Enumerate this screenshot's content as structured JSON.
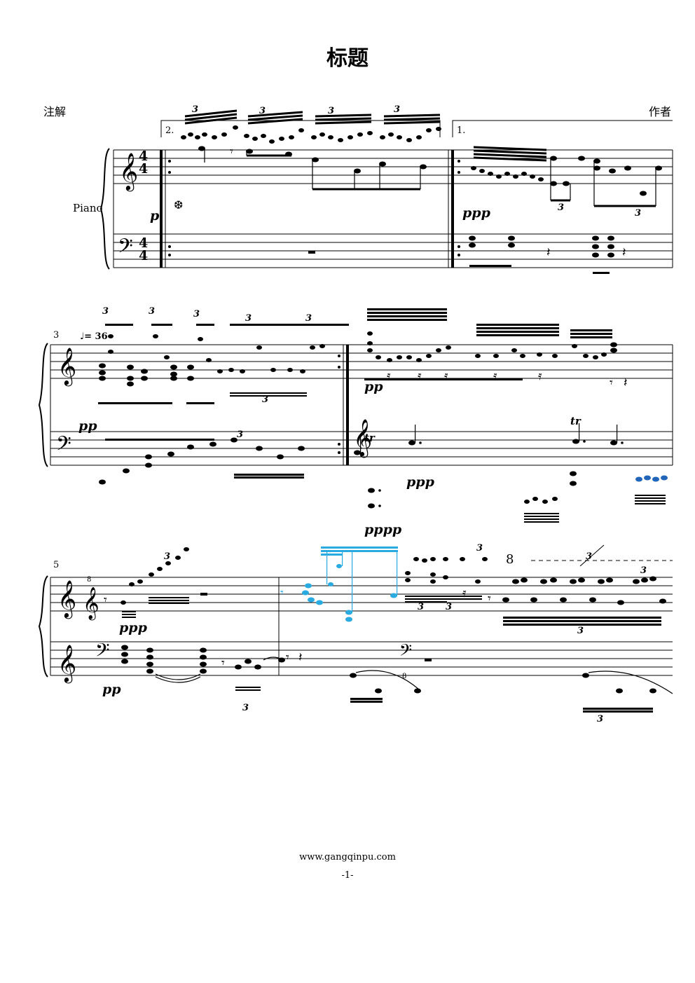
{
  "header": {
    "title": "标题",
    "notes": "注解",
    "composer": "作者",
    "instrument": "Piano"
  },
  "score": {
    "time_signature_top": "4",
    "time_signature_bottom": "4",
    "volta_second": "2.",
    "volta_first": "1.",
    "tuplet": "3",
    "tempo": "♩= 36",
    "ottava_treble": "8",
    "ottava_va": "8va",
    "ottava_bass": "8",
    "measure_number_system2": "3",
    "measure_number_system3": "5",
    "dynamics": {
      "p": "p",
      "ppp": "ppp",
      "pp": "pp",
      "pppp": "pppp"
    },
    "trill": "tr",
    "segno": "❆",
    "highlight_colors": {
      "cyan": "#29aae1",
      "blue": "#2265b8"
    }
  },
  "footer": {
    "url": "www.gangqinpu.com",
    "page": "-1-"
  }
}
